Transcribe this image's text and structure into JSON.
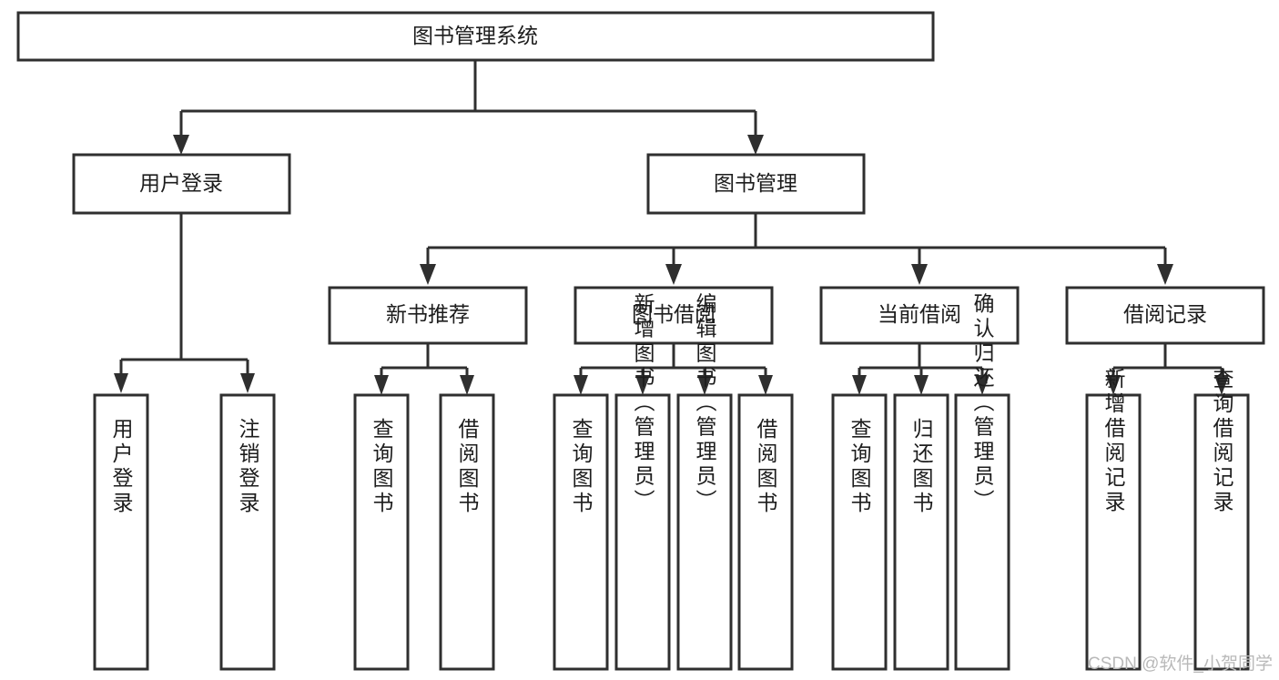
{
  "diagram": {
    "title": "图书管理系统",
    "type": "hierarchy-tree",
    "orientation": "top-down",
    "colors": {
      "box_stroke": "#2f2f2f",
      "box_fill": "#ffffff",
      "connector": "#2f2f2f",
      "text": "#1d1d1d",
      "watermark": "#b9b9b9",
      "background": "#ffffff"
    },
    "levels": {
      "root": {
        "label": "图书管理系统",
        "orientation": "horizontal"
      },
      "level2": [
        {
          "id": "user-login",
          "label": "用户登录",
          "orientation": "horizontal"
        },
        {
          "id": "book-management",
          "label": "图书管理",
          "orientation": "horizontal"
        }
      ],
      "level3": [
        {
          "id": "new-book-recommend",
          "label": "新书推荐",
          "orientation": "horizontal",
          "parent": "book-management"
        },
        {
          "id": "book-borrow",
          "label": "图书借阅",
          "orientation": "horizontal",
          "parent": "book-management"
        },
        {
          "id": "current-borrow",
          "label": "当前借阅",
          "orientation": "horizontal",
          "parent": "book-management"
        },
        {
          "id": "borrow-record",
          "label": "借阅记录",
          "orientation": "horizontal",
          "parent": "book-management"
        }
      ],
      "leaves": [
        {
          "id": "leaf-user-login",
          "label": "用户登录",
          "orientation": "vertical",
          "parent": "user-login"
        },
        {
          "id": "leaf-logout",
          "label": "注销登录",
          "orientation": "vertical",
          "parent": "user-login"
        },
        {
          "id": "leaf-query-book-1",
          "label": "查询图书",
          "orientation": "vertical",
          "parent": "new-book-recommend"
        },
        {
          "id": "leaf-borrow-book-1",
          "label": "借阅图书",
          "orientation": "vertical",
          "parent": "new-book-recommend"
        },
        {
          "id": "leaf-query-book-2",
          "label": "查询图书",
          "orientation": "vertical",
          "parent": "book-borrow"
        },
        {
          "id": "leaf-add-book",
          "label": "新增图书（管理员）",
          "orientation": "vertical",
          "parent": "book-borrow"
        },
        {
          "id": "leaf-edit-book",
          "label": "编辑图书（管理员）",
          "orientation": "vertical",
          "parent": "book-borrow"
        },
        {
          "id": "leaf-borrow-book-2",
          "label": "借阅图书",
          "orientation": "vertical",
          "parent": "book-borrow"
        },
        {
          "id": "leaf-query-book-3",
          "label": "查询图书",
          "orientation": "vertical",
          "parent": "current-borrow"
        },
        {
          "id": "leaf-return-book",
          "label": "归还图书",
          "orientation": "vertical",
          "parent": "current-borrow"
        },
        {
          "id": "leaf-confirm-return",
          "label": "确认归还（管理员）",
          "orientation": "vertical",
          "parent": "current-borrow"
        },
        {
          "id": "leaf-add-record",
          "label": "新增借阅记录",
          "orientation": "vertical",
          "parent": "borrow-record"
        },
        {
          "id": "leaf-query-record",
          "label": "查询借阅记录",
          "orientation": "vertical",
          "parent": "borrow-record"
        }
      ]
    },
    "watermark": "CSDN @软件_小贺同学"
  }
}
